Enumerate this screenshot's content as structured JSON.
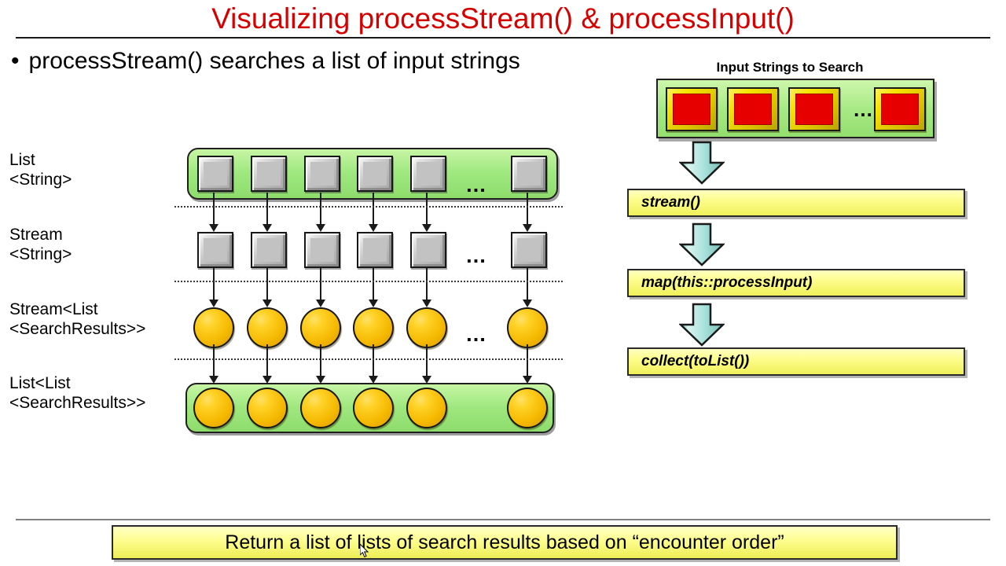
{
  "slide": {
    "title": "Visualizing processStream() & processInput()",
    "bullet_marker": "•",
    "bullet_text": "processStream() searches a list of input strings",
    "footer_text": "Return a list of lists of search results based on “encounter order”",
    "accent_red": "#d60000",
    "green_fill": "#9fe87f",
    "yellow_fill": "#fdfd8d",
    "gray_fill": "#c2c2c2",
    "gold_fill": "#ffd227",
    "arrow_fill": "#bff0ea"
  },
  "left_diagram": {
    "ellipsis": "…",
    "rows": [
      {
        "label": "List\n<String>",
        "kind": "list-of-squares",
        "boxed": true,
        "item_count": 6,
        "has_ellipsis": true
      },
      {
        "label": "Stream\n<String>",
        "kind": "stream-of-squares",
        "boxed": false,
        "item_count": 6,
        "has_ellipsis": true
      },
      {
        "label": "Stream<List\n<SearchResults>>",
        "kind": "stream-of-circles",
        "boxed": false,
        "item_count": 6,
        "has_ellipsis": true
      },
      {
        "label": "List<List\n<SearchResults>>",
        "kind": "list-of-circles",
        "boxed": true,
        "item_count": 6,
        "has_ellipsis": false
      }
    ]
  },
  "right_flow": {
    "input_caption": "Input Strings to Search",
    "input_item_count": 4,
    "input_ellipsis": "…",
    "steps": [
      {
        "text": "stream()",
        "highlight": null
      },
      {
        "text": "map(this::processInput)",
        "highlight": null
      },
      {
        "text_prefix": "collect(",
        "highlight": "toList",
        "text_suffix": "())"
      }
    ],
    "arrow_icon": "down-block-arrow"
  }
}
